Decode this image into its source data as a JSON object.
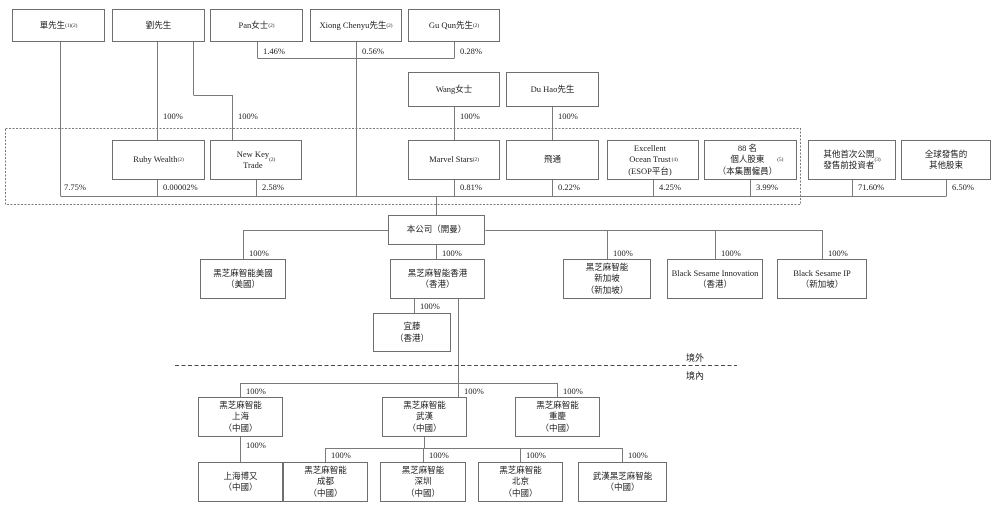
{
  "diagram": {
    "type": "corporate-shareholding-structure",
    "colors": {
      "line": "#7a7a7a",
      "box_border": "#6e6e6e",
      "text": "#1c1c1c",
      "background": "#ffffff"
    }
  },
  "regions": {
    "offshore": "境外",
    "onshore": "境內"
  },
  "nodes": {
    "shan": {
      "label": "單先生{(1)(2)}"
    },
    "liu": {
      "label": "劉先生"
    },
    "pan": {
      "label": "Pan女士{(2)}"
    },
    "xiong": {
      "label": "Xiong Chenyu先生{(2)}"
    },
    "gu": {
      "label": "Gu Qun先生{(2)}"
    },
    "wang": {
      "label": "Wang女士"
    },
    "duhao": {
      "label": "Du Hao先生"
    },
    "ruby": {
      "label": "Ruby Wealth{(2)}"
    },
    "newkey": {
      "label": "New Key\nTrade{(2)}"
    },
    "marvel": {
      "label": "Marvel Stars{(2)}"
    },
    "feitong": {
      "label": "飛通"
    },
    "esop": {
      "label": "Excellent\nOcean Trust\n(ESOP平台){(4)}"
    },
    "emp88": {
      "label": "88 名\n個人股東\n（本集團僱員）{(5)}"
    },
    "preipo": {
      "label": "其他首次公開\n發售前投資者{(3)}"
    },
    "global": {
      "label": "全球發售的\n其他股束"
    },
    "company": {
      "label": "本公司（開曼）"
    },
    "us": {
      "label": "黑芝麻智能美國\n（美國）"
    },
    "hk": {
      "label": "黑芝麻智能香港\n（香港）"
    },
    "sg": {
      "label": "黑芝麻智能\n新加坡\n（新加坡）"
    },
    "bsi": {
      "label": "Black Sesame Innovation\n（香港）"
    },
    "bsip": {
      "label": "Black Sesame IP\n（新加坡）"
    },
    "yiteng": {
      "label": "宜藤\n（香港）"
    },
    "sh": {
      "label": "黑芝麻智能\n上海\n（中國）"
    },
    "wh": {
      "label": "黑芝麻智能\n武漢\n（中國）"
    },
    "cq": {
      "label": "黑芝麻智能\n重慶\n（中國）"
    },
    "shby": {
      "label": "上海博又\n（中國）"
    },
    "cd": {
      "label": "黑芝麻智能\n成都\n（中國）"
    },
    "sz": {
      "label": "黑芝麻智能\n深圳\n（中國）"
    },
    "bj": {
      "label": "黑芝麻智能\n北京\n（中國）"
    },
    "whbs": {
      "label": "武漢黑芝麻智能\n（中國）"
    }
  },
  "percents": {
    "shan_direct": "7.75%",
    "pan": "1.46%",
    "xiong": "0.56%",
    "gu": "0.28%",
    "liu_to_ruby": "100%",
    "liu_to_newkey": "100%",
    "wang_to_marvel": "100%",
    "duhao_to_feitong": "100%",
    "ruby": "0.00002%",
    "newkey": "2.58%",
    "marvel": "0.81%",
    "feitong": "0.22%",
    "esop": "4.25%",
    "emp88": "3.99%",
    "preipo": "71.60%",
    "global": "6.50%",
    "us": "100%",
    "hk": "100%",
    "sg": "100%",
    "bsi": "100%",
    "bsip": "100%",
    "yiteng": "100%",
    "sh": "100%",
    "wh": "100%",
    "cq": "100%",
    "shby": "100%",
    "cd": "100%",
    "sz": "100%",
    "bj": "100%",
    "whbs": "100%"
  }
}
